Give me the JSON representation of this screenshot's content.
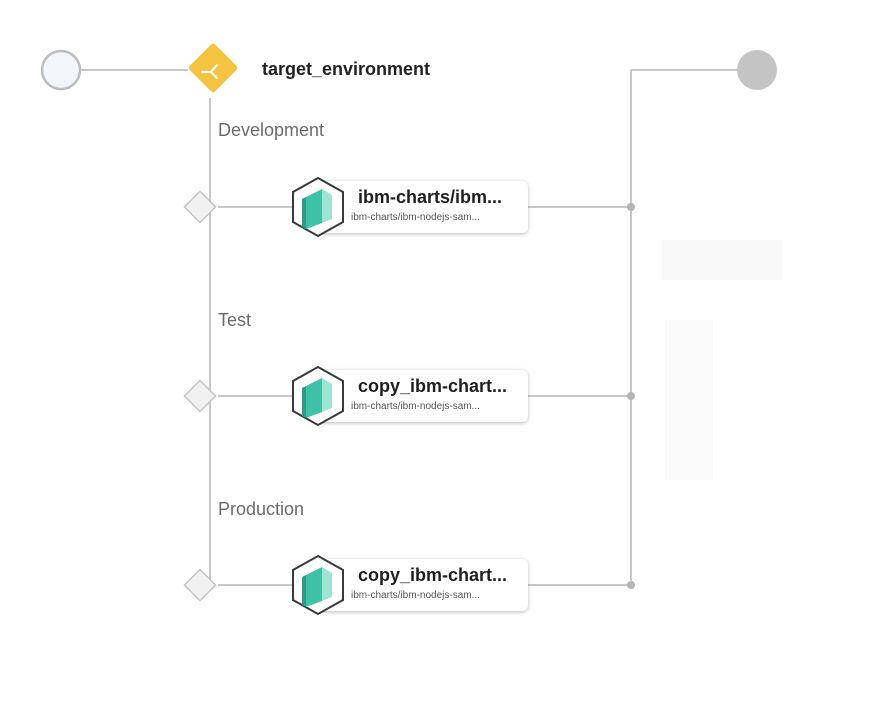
{
  "decision": {
    "title": "target_environment",
    "branches": [
      {
        "label": "Development",
        "node_title": "ibm-charts/ibm...",
        "node_subtitle": "ibm-charts/ibm-nodejs-sam..."
      },
      {
        "label": "Test",
        "node_title": "copy_ibm-chart...",
        "node_subtitle": "ibm-charts/ibm-nodejs-sam..."
      },
      {
        "label": "Production",
        "node_title": "copy_ibm-chart...",
        "node_subtitle": "ibm-charts/ibm-nodejs-sam..."
      }
    ]
  },
  "icons": {
    "start": "start-node-icon",
    "end": "end-node-icon",
    "decision": "decision-split-icon",
    "branch": "branch-diamond-icon",
    "chart": "helm-chart-icon"
  },
  "colors": {
    "decision_fill": "#f5c342",
    "connector": "#c8c8c8",
    "end_fill": "#c4c4c4",
    "start_fill": "#f2f6fa",
    "chart_teal": "#3fc1a8"
  }
}
